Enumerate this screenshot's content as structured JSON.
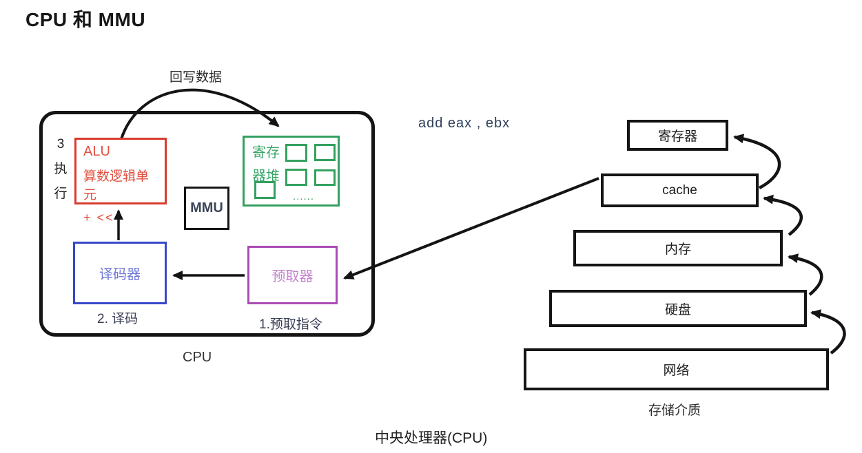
{
  "page": {
    "title": "CPU 和 MMU",
    "footer": "中央处理器(CPU)"
  },
  "instruction_label": "add eax , ebx",
  "cpu": {
    "caption": "CPU",
    "writeback_label": "回写数据",
    "execute_step": {
      "number": "3",
      "char1": "执",
      "char2": "行"
    },
    "alu": {
      "name": "ALU",
      "description": "算数逻辑单元",
      "operators": "+ <<"
    },
    "mmu": {
      "label": "MMU"
    },
    "register_file": {
      "name_line1": "寄存",
      "name_line2": "器堆",
      "ellipsis": "......"
    },
    "decoder": {
      "label": "译码器",
      "step_caption": "2. 译码"
    },
    "prefetcher": {
      "label": "预取器",
      "step_caption": "1.预取指令"
    }
  },
  "storage": {
    "caption": "存储介质",
    "levels": [
      {
        "label": "寄存器"
      },
      {
        "label": "cache"
      },
      {
        "label": "内存"
      },
      {
        "label": "硬盘"
      },
      {
        "label": "网络"
      }
    ]
  },
  "colors": {
    "alu_red": "#d93a2b",
    "register_green": "#33a05f",
    "decoder_blue": "#3847c9",
    "prefetcher_purple": "#aa4cb4",
    "arrow_black": "#141414",
    "instruction_navy": "#2e3e59"
  }
}
